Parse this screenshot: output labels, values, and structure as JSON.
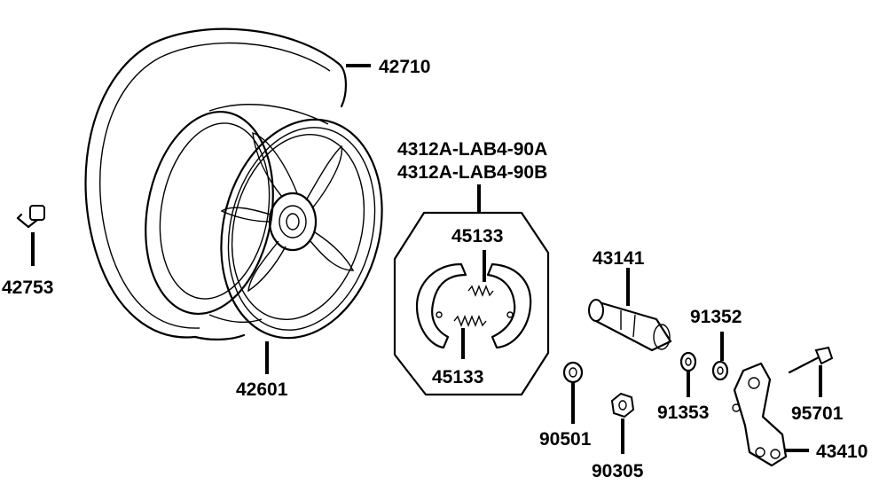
{
  "diagram": {
    "callouts": [
      {
        "id": "tire",
        "number": "42710"
      },
      {
        "id": "valve",
        "number": "42753"
      },
      {
        "id": "rim",
        "number": "42601"
      },
      {
        "id": "brake-shoe-set-a",
        "number": "4312A-LAB4-90A"
      },
      {
        "id": "brake-shoe-set-b",
        "number": "4312A-LAB4-90B"
      },
      {
        "id": "spring-top",
        "number": "45133"
      },
      {
        "id": "spring-bottom",
        "number": "45133"
      },
      {
        "id": "cam-shaft",
        "number": "43141"
      },
      {
        "id": "washer-a",
        "number": "91352"
      },
      {
        "id": "washer-b",
        "number": "91353"
      },
      {
        "id": "washer-c",
        "number": "90501"
      },
      {
        "id": "nut",
        "number": "90305"
      },
      {
        "id": "bolt",
        "number": "95701"
      },
      {
        "id": "brake-arm",
        "number": "43410"
      }
    ]
  }
}
